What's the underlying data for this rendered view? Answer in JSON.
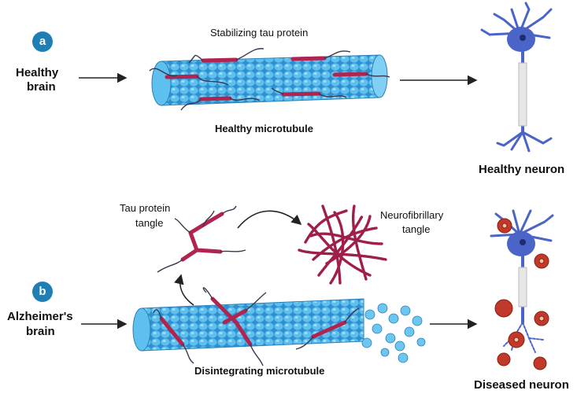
{
  "panel_a": {
    "badge": "a",
    "label_line1": "Healthy",
    "label_line2": "brain",
    "top_caption": "Stabilizing tau protein",
    "tube_caption": "Healthy microtubule",
    "neuron_caption": "Healthy neuron"
  },
  "panel_b": {
    "badge": "b",
    "label_line1": "Alzheimer's",
    "label_line2": "brain",
    "tangle_label_line1": "Tau protein",
    "tangle_label_line2": "tangle",
    "nft_label_line1": "Neurofibrillary",
    "nft_label_line2": "tangle",
    "tube_caption": "Disintegrating microtubule",
    "neuron_caption": "Diseased neuron"
  },
  "colors": {
    "microtubule": "#3fa9e0",
    "tau": "#b0244f",
    "neuron": "#4a64c8",
    "badge": "#1f7fb4",
    "plaque": "#c0392b"
  }
}
